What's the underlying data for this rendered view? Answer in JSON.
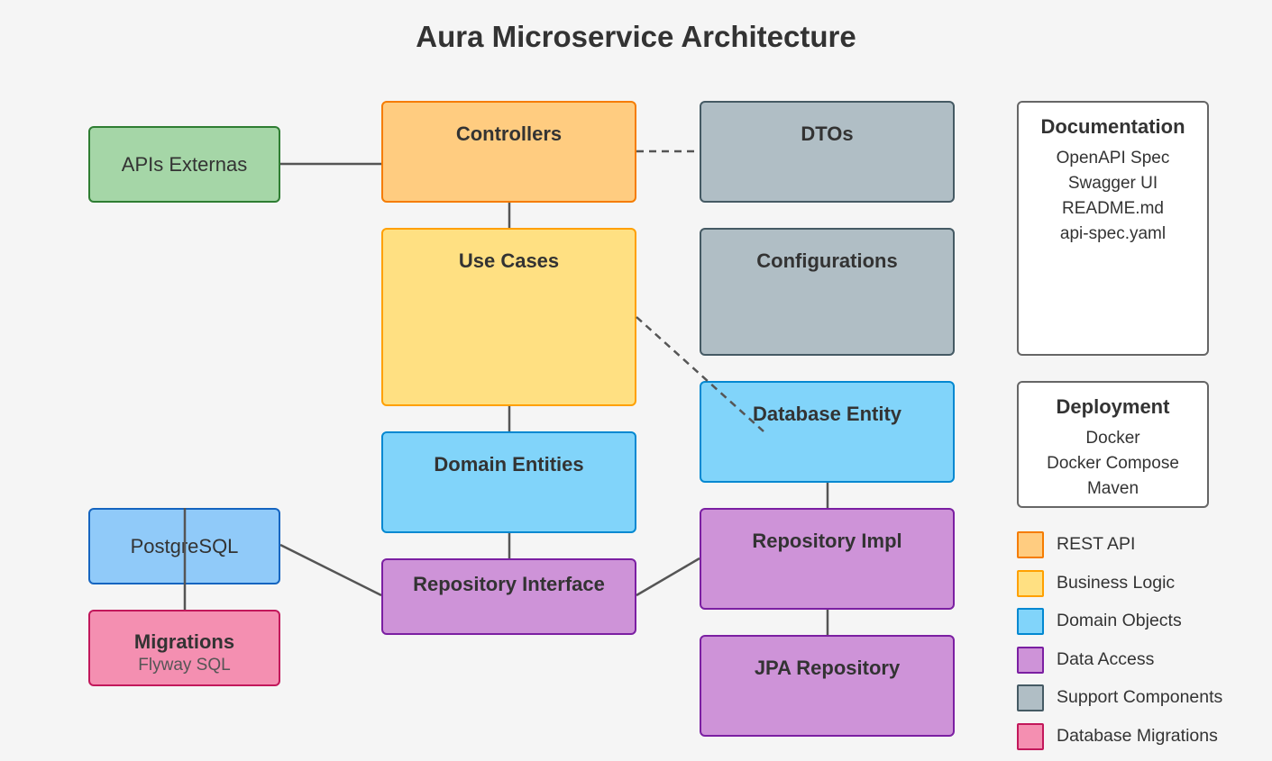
{
  "title": "Aura Microservice Architecture",
  "components": {
    "controllers": "Controllers",
    "use_cases": "Use Cases",
    "domain_entities": "Domain Entities",
    "repository_interface": "Repository Interface",
    "dtos": "DTOs",
    "configurations": "Configurations",
    "database_entity": "Database Entity",
    "repository_impl": "Repository Impl",
    "jpa_repository": "JPA Repository",
    "apis_externas": "APIs Externas",
    "postgresql": "PostgreSQL",
    "migrations": "Migrations",
    "migrations_sub": "Flyway SQL"
  },
  "documentation": {
    "title": "Documentation",
    "items": [
      "OpenAPI Spec",
      "Swagger UI",
      "README.md",
      "api-spec.yaml"
    ]
  },
  "deployment": {
    "title": "Deployment",
    "items": [
      "Docker",
      "Docker Compose",
      "Maven"
    ]
  },
  "legend": [
    {
      "label": "REST API",
      "fill": "#ffcc80",
      "stroke": "#f57c00"
    },
    {
      "label": "Business Logic",
      "fill": "#ffe082",
      "stroke": "#ffa000"
    },
    {
      "label": "Domain Objects",
      "fill": "#81d4fa",
      "stroke": "#0288d1"
    },
    {
      "label": "Data Access",
      "fill": "#ce93d8",
      "stroke": "#7b1fa2"
    },
    {
      "label": "Support Components",
      "fill": "#b0bec5",
      "stroke": "#455a64"
    },
    {
      "label": "Database Migrations",
      "fill": "#f48fb1",
      "stroke": "#c2185b"
    }
  ]
}
